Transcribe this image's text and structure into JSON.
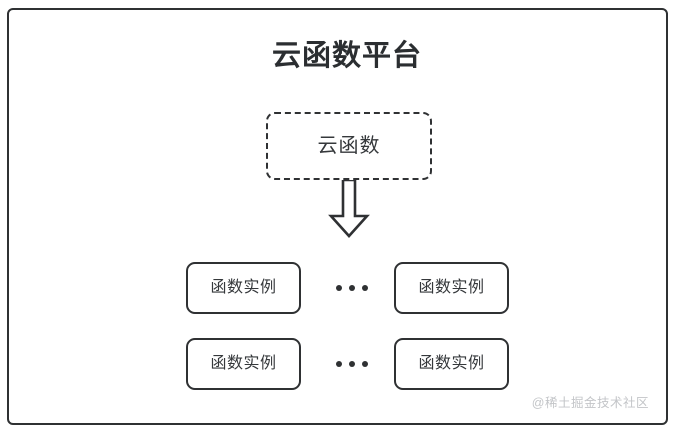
{
  "diagram": {
    "title": "云函数平台",
    "cloud_function": {
      "label": "云函数",
      "style": "dashed-rounded-rect"
    },
    "arrow": {
      "icon_name": "down-block-arrow",
      "direction": "down"
    },
    "instance_rows": [
      {
        "left_box_label": "函数实例",
        "separator": "•••",
        "right_box_label": "函数实例"
      },
      {
        "left_box_label": "函数实例",
        "separator": "•••",
        "right_box_label": "函数实例"
      }
    ],
    "watermark": "@稀土掘金技术社区",
    "colors": {
      "stroke": "#2f3133",
      "text": "#35383b",
      "title": "#2b2e31",
      "background": "#ffffff",
      "watermark": "#c3c5c8"
    }
  }
}
